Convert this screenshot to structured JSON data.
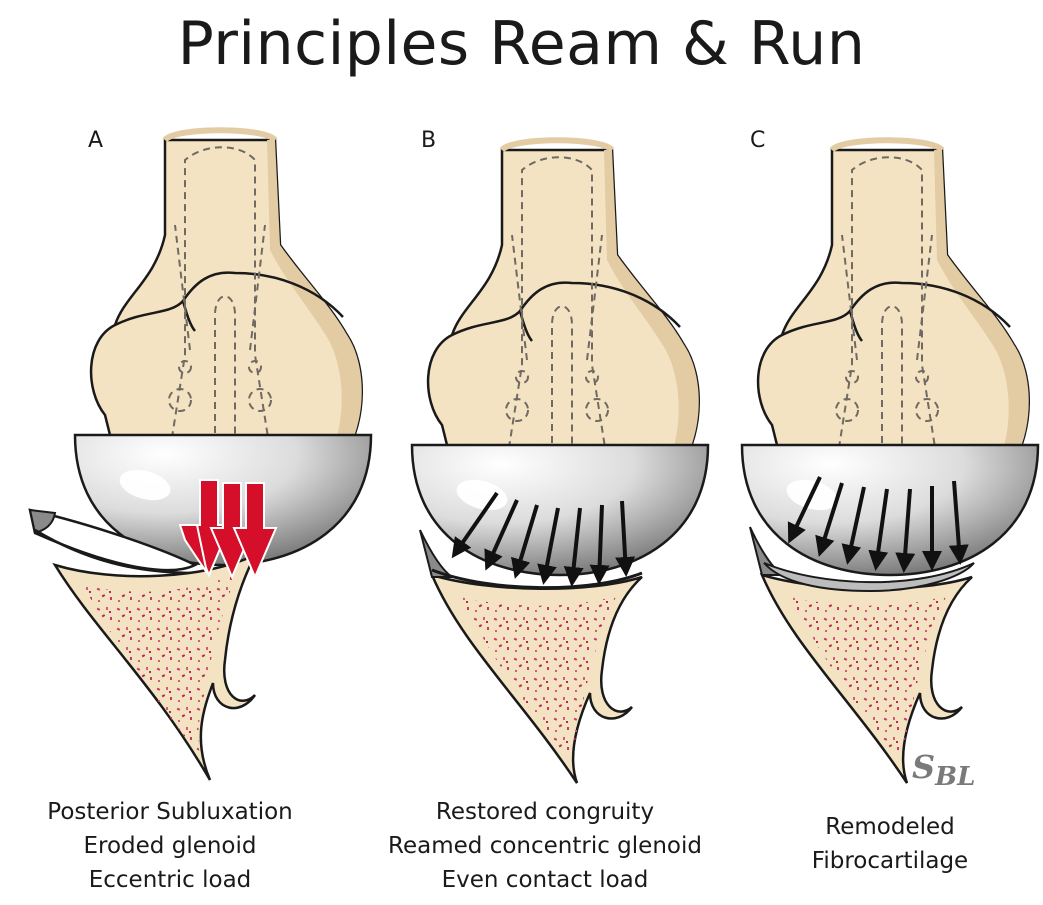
{
  "title": "Principles Ream & Run",
  "signature": {
    "main": "S",
    "sub": "BL"
  },
  "colors": {
    "bone": "#F4E3C3",
    "boneShade": "#E3CBA4",
    "outline": "#1a1a1a",
    "dash": "#6f6a62",
    "redArrow": "#D50F2A",
    "speckle": "#C8386A"
  },
  "panels": [
    {
      "letter": "A",
      "caption": [
        "Posterior Subluxation",
        "Eroded glenoid",
        "Eccentric load"
      ],
      "arrow_style": "red-eccentric"
    },
    {
      "letter": "B",
      "caption": [
        "Restored congruity",
        "Reamed concentric glenoid",
        "Even contact load"
      ],
      "arrow_style": "black-even"
    },
    {
      "letter": "C",
      "caption": [
        "Remodeled",
        "Fibrocartilage"
      ],
      "arrow_style": "black-even-fibrocartilage"
    }
  ]
}
